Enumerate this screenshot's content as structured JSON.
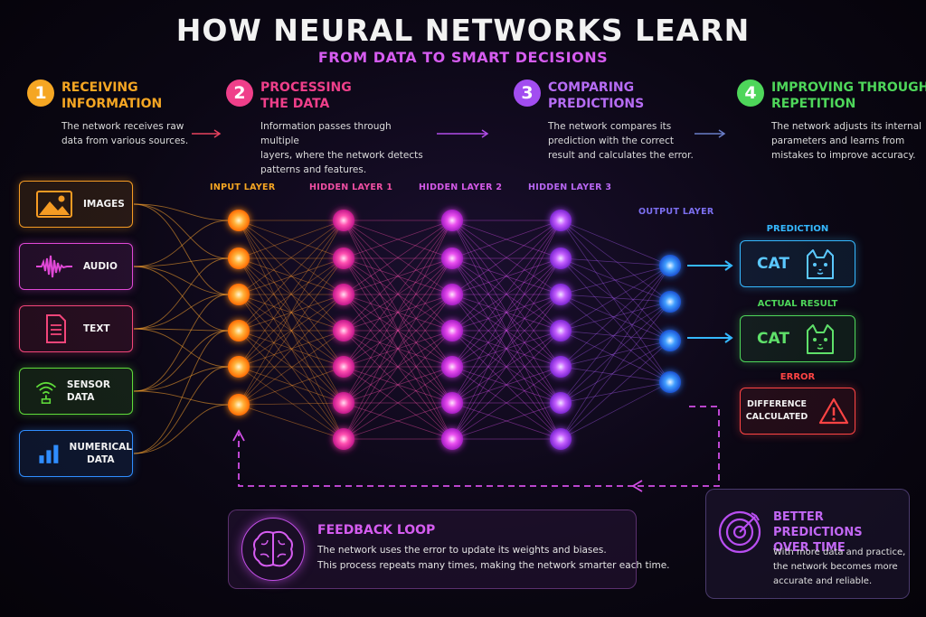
{
  "header": {
    "title": "HOW NEURAL NETWORKS LEARN",
    "subtitle": "FROM DATA TO SMART DECISIONS"
  },
  "steps": [
    {
      "number": "1",
      "title_line1": "RECEIVING",
      "title_line2": "INFORMATION",
      "desc_lines": [
        "The network receives raw",
        "data from various sources."
      ],
      "color": "#f5a623"
    },
    {
      "number": "2",
      "title_line1": "PROCESSING",
      "title_line2": "THE DATA",
      "desc_lines": [
        "Information passes through multiple",
        "layers, where the network detects",
        "patterns and features."
      ],
      "color": "#ef3f8a"
    },
    {
      "number": "3",
      "title_line1": "COMPARING",
      "title_line2": "PREDICTIONS",
      "desc_lines": [
        "The network compares its",
        "prediction with the correct",
        "result and calculates the error."
      ],
      "color": "#a24df0"
    },
    {
      "number": "4",
      "title_line1": "IMPROVING THROUGH",
      "title_line2": "REPETITION",
      "desc_lines": [
        "The network adjusts its internal",
        "parameters and learns from",
        "mistakes to improve accuracy."
      ],
      "color": "#4ed65a"
    }
  ],
  "sources": [
    {
      "label": "IMAGES",
      "icon": "image-icon",
      "color": "#f59b23"
    },
    {
      "label": "AUDIO",
      "icon": "waveform-icon",
      "color": "#e048d6"
    },
    {
      "label": "TEXT",
      "icon": "document-icon",
      "color": "#f2457a"
    },
    {
      "label": "SENSOR DATA",
      "icon": "wifi-sensor-icon",
      "color": "#5fdc3a"
    },
    {
      "label_line1": "NUMERICAL",
      "label_line2": "DATA",
      "icon": "bar-chart-icon",
      "color": "#2f8dff"
    }
  ],
  "layers": {
    "input": "INPUT LAYER",
    "hidden1": "HIDDEN LAYER 1",
    "hidden2": "HIDDEN LAYER 2",
    "hidden3": "HIDDEN LAYER 3",
    "output": "OUTPUT LAYER"
  },
  "results": {
    "prediction_label": "PREDICTION",
    "prediction_value": "CAT",
    "actual_label": "ACTUAL RESULT",
    "actual_value": "CAT",
    "error_label": "ERROR",
    "error_line1": "DIFFERENCE",
    "error_line2": "CALCULATED"
  },
  "feedback": {
    "title": "FEEDBACK LOOP",
    "line1": "The network uses the error to update its weights and biases.",
    "line2": "This process repeats many times, making the network smarter each time.",
    "icon": "brain-icon"
  },
  "better": {
    "title_line1": "BETTER PREDICTIONS",
    "title_line2": "OVER TIME",
    "desc_lines": [
      "With more data and practice,",
      "the network becomes more",
      "accurate and reliable."
    ],
    "icon": "target-icon"
  },
  "colors": {
    "orange": "#f5a623",
    "pink": "#ef3f8a",
    "purple": "#a24df0",
    "green": "#4ed65a",
    "blue": "#2f8dff",
    "red": "#ff4444",
    "cyan": "#35b8ff"
  }
}
